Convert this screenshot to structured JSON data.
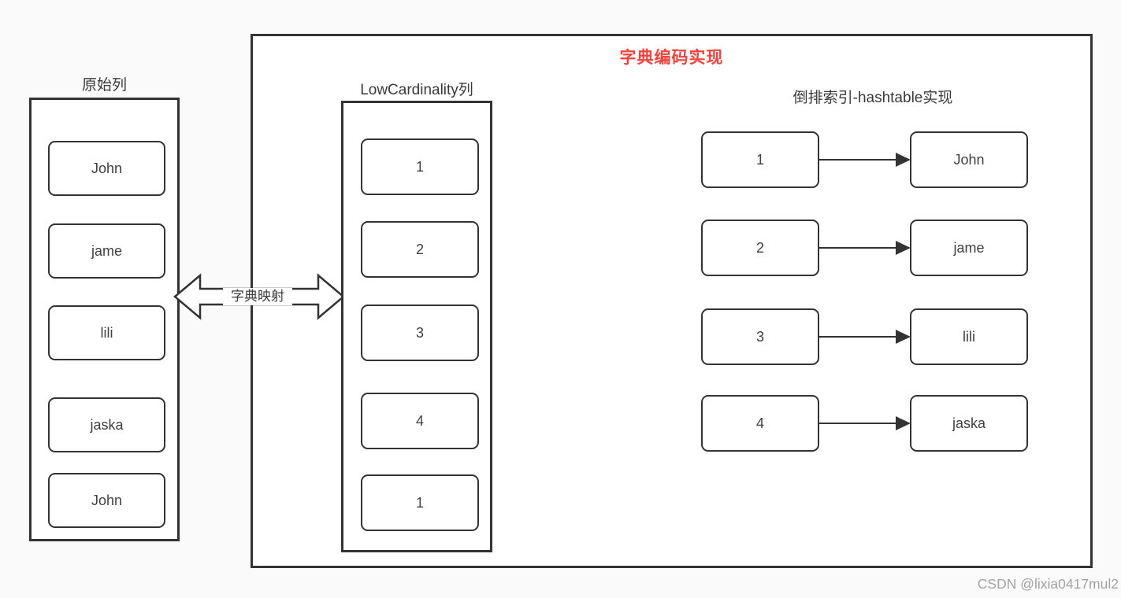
{
  "page": {
    "background_color": "#fafafa",
    "watermark": "CSDN @lixia0417mul2"
  },
  "diagram": {
    "title": "字典编码实现",
    "title_color": "#f5423b",
    "line_color": "#333333",
    "original_column": {
      "label": "原始列",
      "values": [
        "John",
        "jame",
        "lili",
        "jaska",
        "John"
      ]
    },
    "mapping_arrow": {
      "label": "字典映射"
    },
    "lowcardinality_column": {
      "label": "LowCardinality列",
      "values": [
        "1",
        "2",
        "3",
        "4",
        "1"
      ]
    },
    "hashtable": {
      "label": "倒排索引-hashtable实现",
      "entries": [
        {
          "key": "1",
          "value": "John"
        },
        {
          "key": "2",
          "value": "jame"
        },
        {
          "key": "3",
          "value": "lili"
        },
        {
          "key": "4",
          "value": "jaska"
        }
      ]
    }
  }
}
